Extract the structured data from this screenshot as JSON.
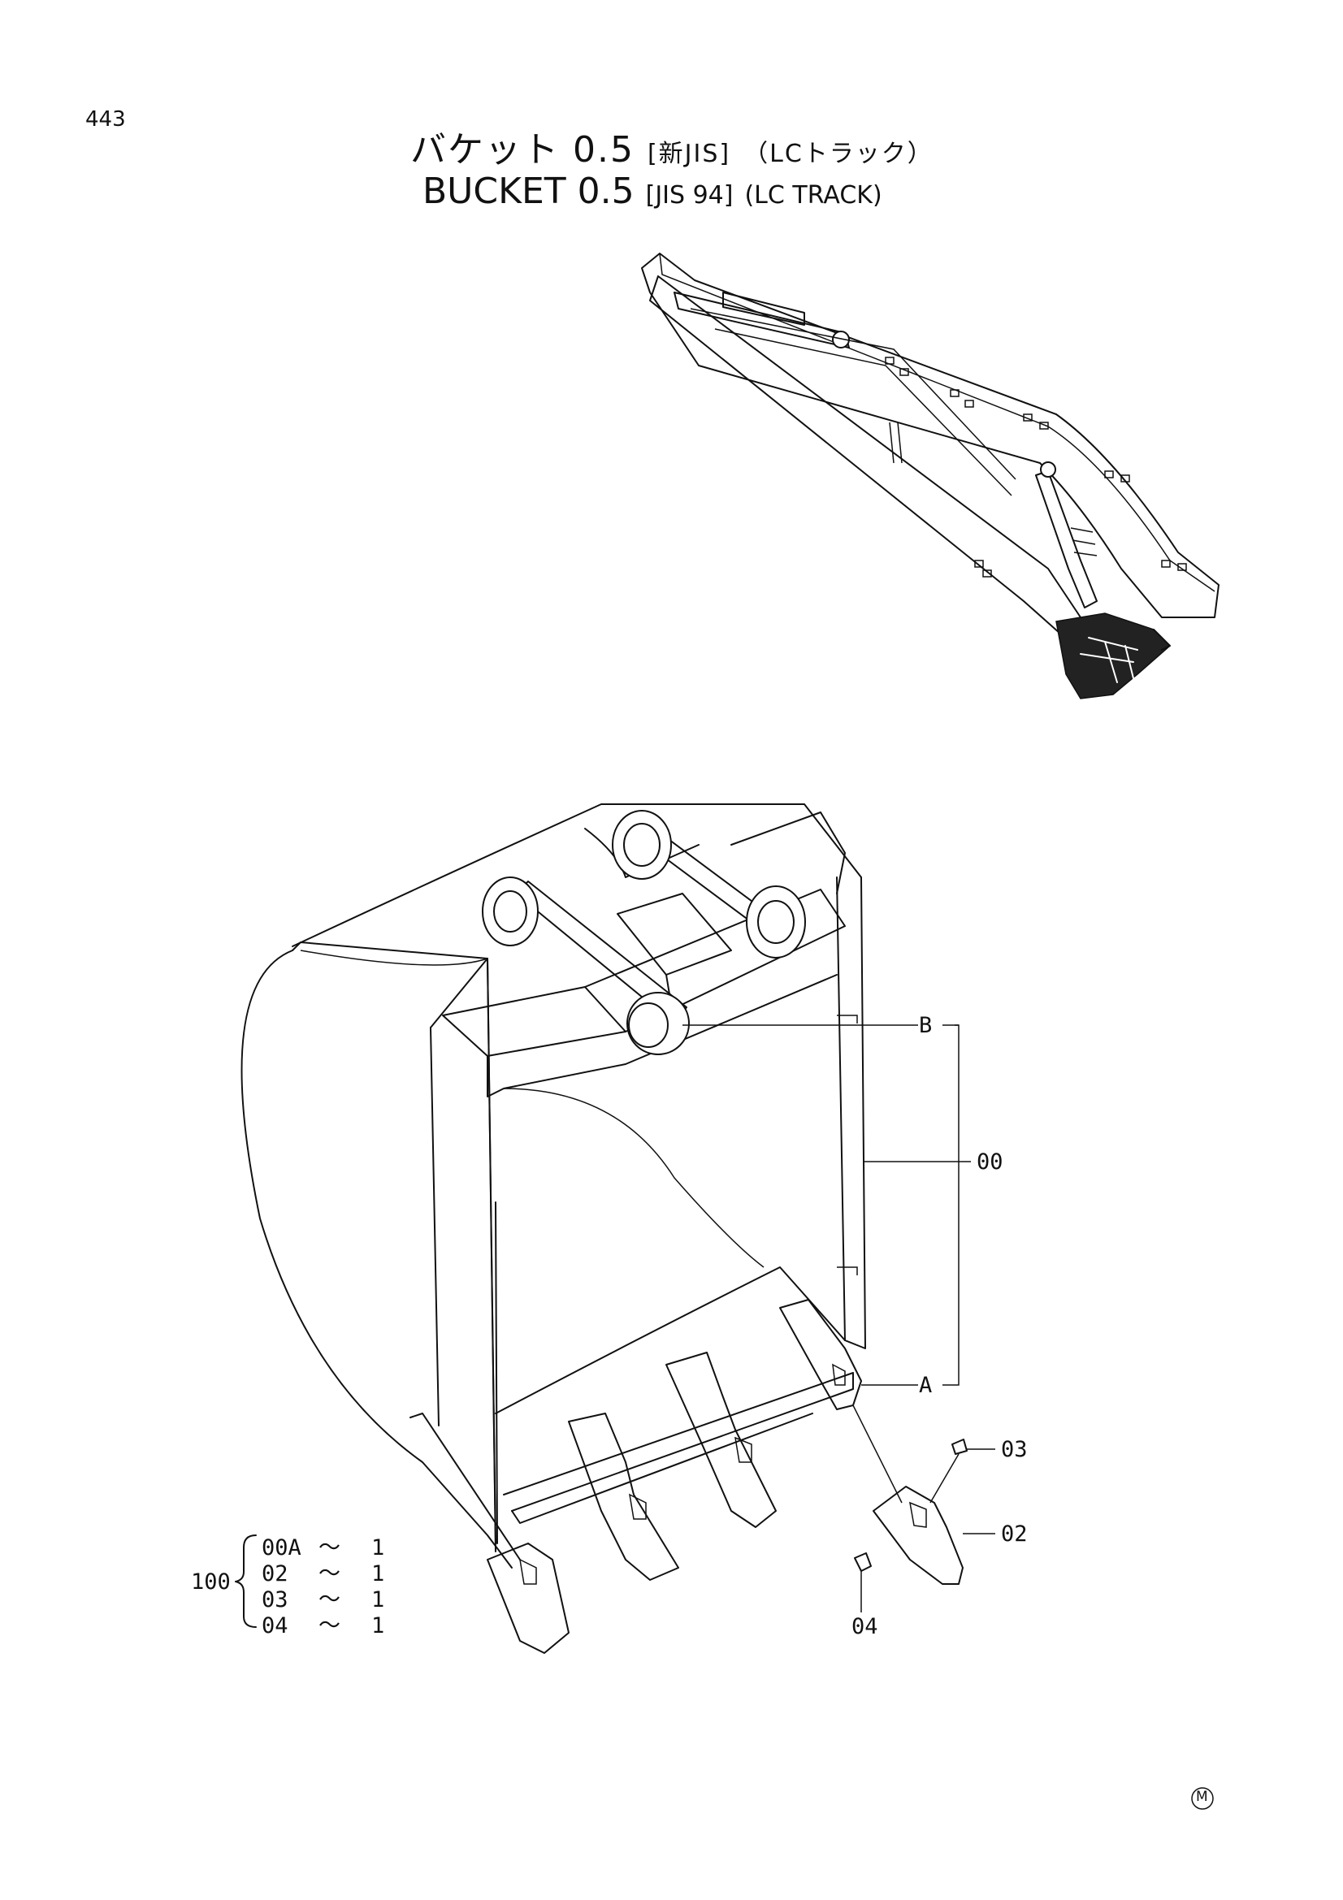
{
  "page_number": "443",
  "title_jp": {
    "main": "バケット 0.5",
    "spec": "[新JIS]",
    "variant": "（LCトラック）"
  },
  "title_en": {
    "main": "BUCKET 0.5",
    "spec": "[JIS 94]",
    "variant": "(LC  TRACK)"
  },
  "callouts": {
    "b": "B",
    "a": "A",
    "assy": "00",
    "p03": "03",
    "p02": "02",
    "p04": "04"
  },
  "kit": {
    "number": "100",
    "items": [
      {
        "part": "00A",
        "qty": "1"
      },
      {
        "part": "02",
        "qty": "1"
      },
      {
        "part": "03",
        "qty": "1"
      },
      {
        "part": "04",
        "qty": "1"
      }
    ],
    "separator": "～"
  },
  "footer_mark": "M"
}
